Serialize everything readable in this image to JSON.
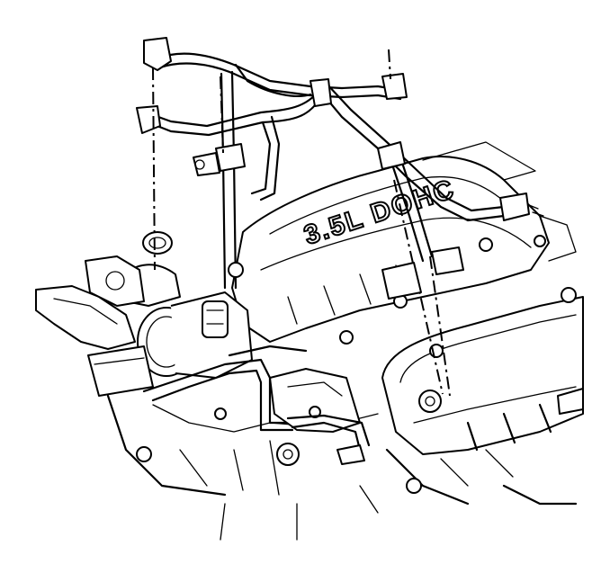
{
  "diagram": {
    "engine_marking": "3.5L DOHC",
    "colors": {
      "line": "#000000",
      "background": "#ffffff"
    },
    "icons": [
      "vacuum-hose-assembly",
      "throttle-body",
      "intake-manifold",
      "valve-cover"
    ]
  }
}
